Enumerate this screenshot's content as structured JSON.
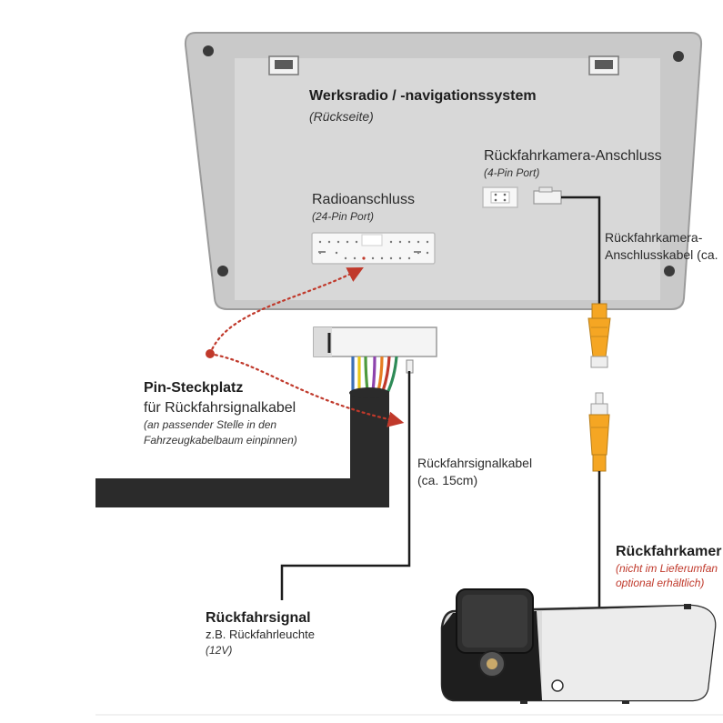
{
  "labels": {
    "radio_title": "Werksradio / -navigationssystem",
    "radio_sub": "(Rückseite)",
    "cam_port_title": "Rückfahrkamera-Anschluss",
    "cam_port_sub": "(4-Pin Port)",
    "radio_port_title": "Radioanschluss",
    "radio_port_sub": "(24-Pin Port)",
    "cam_cable_line1": "Rückfahrkamera-",
    "cam_cable_line2": "Anschlusskabel  (ca.",
    "pin_title": "Pin-Steckplatz",
    "pin_line2": "für Rückfahrsignalkabel",
    "pin_note1": "(an passender Stelle in den",
    "pin_note2": "Fahrzeugkabelbaum einpinnen)",
    "signal_cable_line1": "Rückfahrsignalkabel",
    "signal_cable_line2": "(ca. 15cm)",
    "signal_title": "Rückfahrsignal",
    "signal_line2": "z.B. Rückfahrleuchte",
    "signal_note": "(12V)",
    "camera_title": "Rückfahrkamer",
    "camera_note1": "(nicht im Lieferumfan",
    "camera_note2": "optional erhältlich)"
  },
  "colors": {
    "panel_outer": "#c9c9c9",
    "panel_inner": "#d6d6d6",
    "connector_orange": "#f5a623",
    "red_dots": "#c0392b",
    "harness": "#2b2b2b",
    "wire_colors": [
      "#3b6fb6",
      "#e8c619",
      "#4e9a3e",
      "#8e44ad",
      "#e67e22",
      "#c0392b",
      "#2e8b57"
    ]
  }
}
